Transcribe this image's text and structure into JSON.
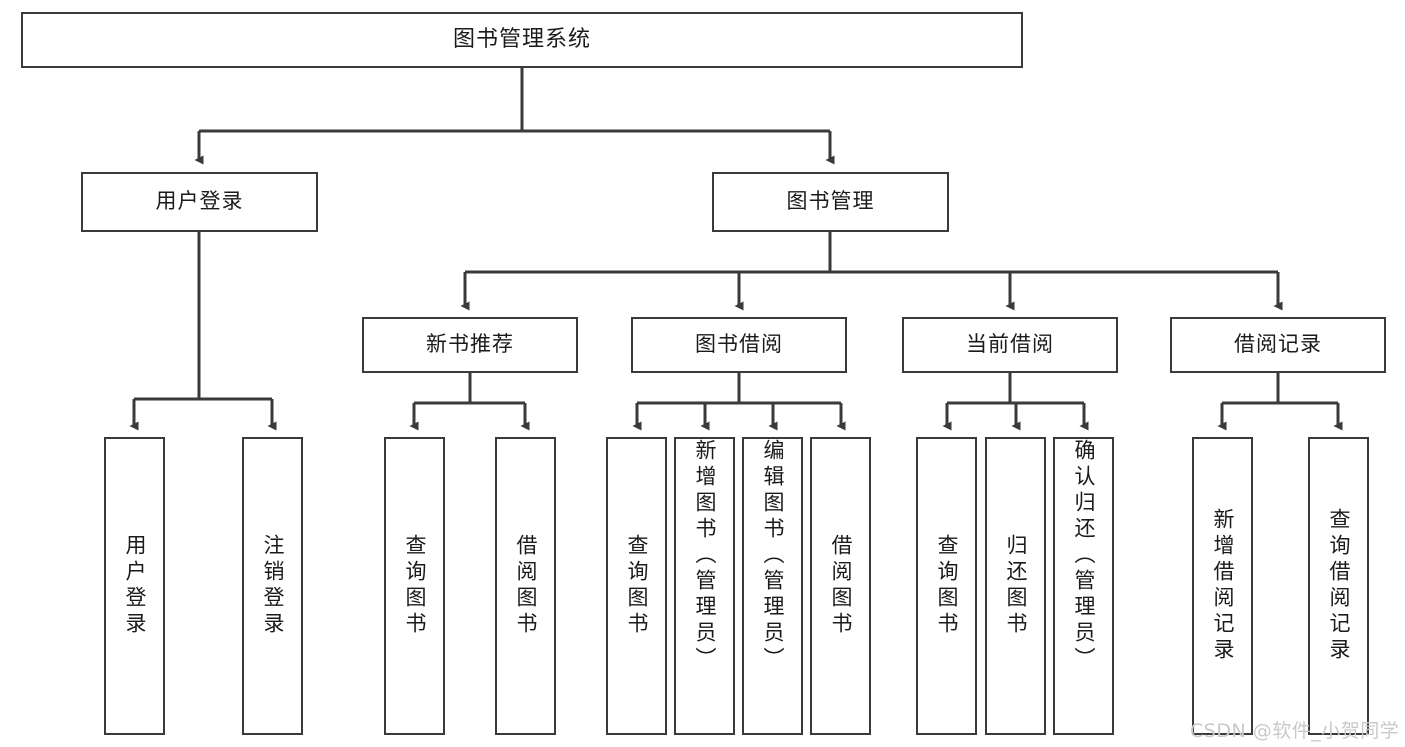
{
  "diagram": {
    "title": "图书管理系统",
    "type": "tree-structure-chart",
    "watermark": "CSDN @软件_小贺同学",
    "colors": {
      "border": "#3a3a3a",
      "text": "#1b1b1b",
      "background": "#ffffff",
      "watermark": "#c9c9c9"
    },
    "root": {
      "label": "图书管理系统"
    },
    "level2": [
      {
        "label": "用户登录"
      },
      {
        "label": "图书管理"
      }
    ],
    "level3": [
      {
        "label": "新书推荐"
      },
      {
        "label": "图书借阅"
      },
      {
        "label": "当前借阅"
      },
      {
        "label": "借阅记录"
      }
    ],
    "leaves": {
      "user_login": [
        {
          "label": "用户登录"
        },
        {
          "label": "注销登录"
        }
      ],
      "new_book_recommend": [
        {
          "label": "查询图书"
        },
        {
          "label": "借阅图书"
        }
      ],
      "book_borrow": [
        {
          "label": "查询图书"
        },
        {
          "label": "新增图书（管理员）"
        },
        {
          "label": "编辑图书（管理员）"
        },
        {
          "label": "借阅图书"
        }
      ],
      "current_borrow": [
        {
          "label": "查询图书"
        },
        {
          "label": "归还图书"
        },
        {
          "label": "确认归还（管理员）"
        }
      ],
      "borrow_record": [
        {
          "label": "新增借阅记录"
        },
        {
          "label": "查询借阅记录"
        }
      ]
    }
  }
}
